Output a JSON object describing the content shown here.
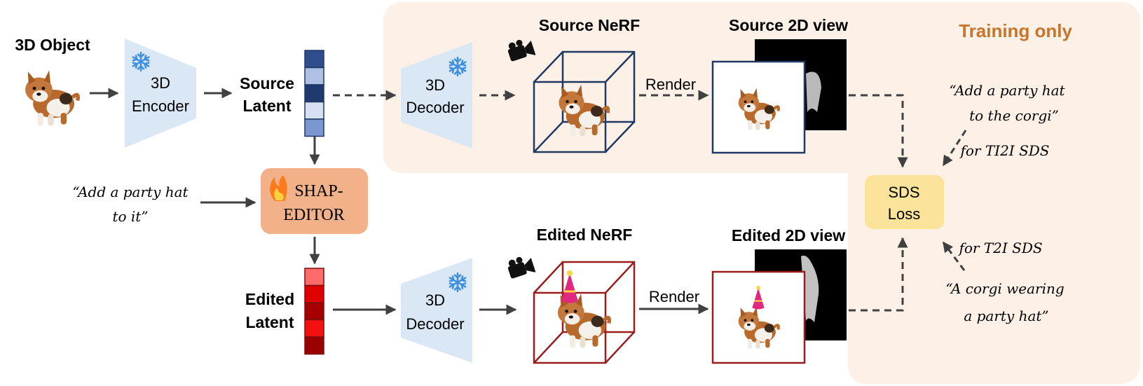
{
  "labels": {
    "object_title": "3D Object",
    "encoder": [
      "3D",
      "Encoder"
    ],
    "source_latent": [
      "Source",
      "Latent"
    ],
    "edited_latent": [
      "Edited",
      "Latent"
    ],
    "decoder": [
      "3D",
      "Decoder"
    ],
    "source_nerf": "Source NeRF",
    "edited_nerf": "Edited NeRF",
    "source_view": "Source 2D view",
    "edited_view": "Edited 2D view",
    "render": "Render",
    "training_only": "Training only",
    "editor_line1": "SHAP-",
    "editor_line2": "EDITOR",
    "sds": [
      "SDS",
      "Loss"
    ],
    "instruction": [
      "“Add a party hat",
      "to it”"
    ],
    "ti2i_prompt": [
      "“Add a party hat",
      "to the corgi”"
    ],
    "ti2i_label": "for TI2I SDS",
    "t2i_label": "for T2I SDS",
    "t2i_prompt": [
      "“A corgi wearing",
      "a party hat”"
    ]
  },
  "icons": {
    "snowflake": "snowflake-icon",
    "fire": "fire-icon",
    "camera": "camera-icon",
    "corgi": "corgi-image",
    "party_hat": "party-hat-icon"
  },
  "colors": {
    "training_bg": "#fdf0e6",
    "training_text": "#c8742a",
    "trapezoid": "#dae8f6",
    "snowflake": "#3f8fe0",
    "editor_box": "#f2b188",
    "sds_box": "#fbe39a",
    "source_frame": "#1f3864",
    "edited_frame": "#9b1c1c",
    "arrow": "#404040"
  },
  "source_latent_colors": [
    "#2e4d8a",
    "#aec0e4",
    "#1f3a6e",
    "#d7e0f2",
    "#7b97cf"
  ],
  "edited_latent_colors": [
    "#ff6b6b",
    "#e00000",
    "#a40000",
    "#f21010",
    "#9b0000"
  ]
}
